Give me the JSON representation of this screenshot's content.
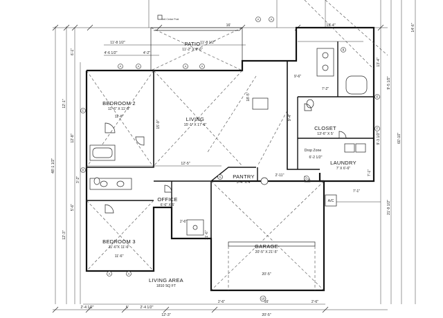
{
  "rooms": {
    "patio": {
      "name": "PATIO",
      "size": "11'-2\" X 8'-6\""
    },
    "bed2": {
      "name": "BEDROOM 2",
      "size": "11'-6\" X 11'-8\""
    },
    "living": {
      "name": "LIVING",
      "size": "15'-1\" X 17'-6\""
    },
    "closet": {
      "name": "CLOSET",
      "size": "13'-6\" X 5'"
    },
    "pantry": {
      "name": "PANTRY",
      "size": "5'-4\" X 4'"
    },
    "laundry": {
      "name": "LAUNDRY",
      "size": "7' X 6'-6\""
    },
    "office": {
      "name": "OFFICE",
      "size": "6'-6\" X 5'"
    },
    "garage": {
      "name": "GARAGE",
      "size": "20'-5\" X 21'-5\""
    },
    "bed3": {
      "name": "BEDROOM 3",
      "size": "11'-6\"X 11'-6\""
    },
    "area": {
      "name": "LIVING AREA",
      "size": "1810 SQ FT"
    }
  },
  "labels": {
    "drop_zone": "Drop Zone",
    "ac": "A/C",
    "cedar_post": "6x6 Cedar Post"
  },
  "dimensions": {
    "d1": "11'-8 1/2\"",
    "d2": "11'-8 1/2\"",
    "d3": "4'-6 1/2\"",
    "d4": "4'-2\"",
    "d5": "13'-4\"",
    "d6": "5'-6\"",
    "d7": "6'-1\"",
    "d8": "12'-1\"",
    "d9": "48'-1 1/2\"",
    "d10": "12'-8\"",
    "d11": "11'-6\"",
    "d12": "11'-6\"",
    "d13": "12'-5\"",
    "d14": "12'-3\"",
    "d15": "12'-3\"",
    "d16": "2'-6\"",
    "d17": "16'",
    "d18": "2'-6\"",
    "d19": "5'",
    "d20": "2'-4 1/2\"",
    "d21": "2'-4 1/2\"",
    "d22": "20'-5\"",
    "d23": "21'-6\"",
    "d24": "15'-9\"",
    "d25": "9'-5 1/2\"",
    "d26": "7'-1\"",
    "d27": "9'-4\"",
    "d28": "18'-5\"",
    "d29": "6'-2 1/2\"",
    "d30": "60'-10\"",
    "d31": "21'-9 1/2\"",
    "d32": "14'-6\"",
    "d33": "13'-4\"",
    "d34": "9'-3 1/2\"",
    "d35": "7'-2\"",
    "d36": "7'-1\"",
    "d37": "2'-11\"",
    "d38": "9'-6\"",
    "d39": "3'-2\"",
    "d40": "2'-6\""
  },
  "tags": [
    "A",
    "B",
    "C",
    "D",
    "E",
    "F",
    "G",
    "10"
  ]
}
